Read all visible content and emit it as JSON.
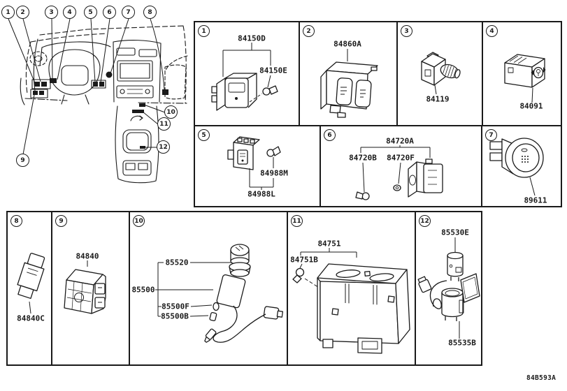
{
  "page": {
    "footer_code": "84B593A"
  },
  "colors": {
    "ink": "#1a1a1a",
    "background": "#ffffff"
  },
  "dashboard": {
    "callouts": [
      "1",
      "2",
      "3",
      "4",
      "5",
      "6",
      "7",
      "8",
      "9",
      "10",
      "11",
      "12"
    ]
  },
  "cells": [
    {
      "num": "1",
      "labels": [
        "84150D",
        "84150E"
      ]
    },
    {
      "num": "2",
      "labels": [
        "84860A"
      ]
    },
    {
      "num": "3",
      "labels": [
        "84119"
      ]
    },
    {
      "num": "4",
      "labels": [
        "84091"
      ]
    },
    {
      "num": "5",
      "labels": [
        "84988M",
        "84988L"
      ]
    },
    {
      "num": "6",
      "labels": [
        "84720A",
        "84720B",
        "84720F"
      ]
    },
    {
      "num": "7",
      "labels": [
        "89611"
      ]
    },
    {
      "num": "8",
      "labels": [
        "84840C"
      ]
    },
    {
      "num": "9",
      "labels": [
        "84840"
      ]
    },
    {
      "num": "10",
      "labels": [
        "85520",
        "85500",
        "85500F",
        "85500B"
      ]
    },
    {
      "num": "11",
      "labels": [
        "84751",
        "84751B"
      ]
    },
    {
      "num": "12",
      "labels": [
        "85530E",
        "85535B"
      ]
    }
  ]
}
